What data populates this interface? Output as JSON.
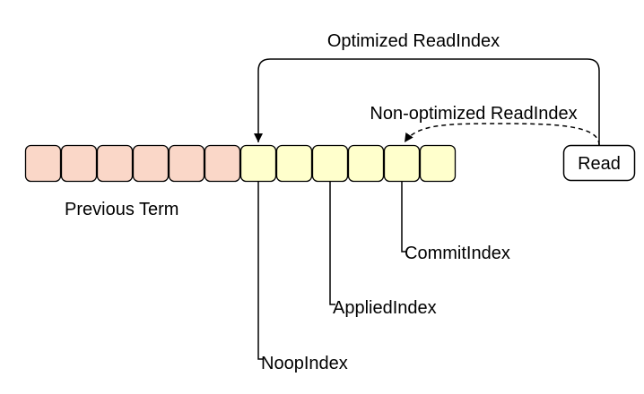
{
  "colors": {
    "previous_term_fill": "#fad7c8",
    "current_term_fill": "#ffffcc",
    "stroke": "#000000",
    "background": "#ffffff"
  },
  "log": {
    "previous_term_entries": 6,
    "current_term_entries": 6,
    "previous_term_label": "Previous Term"
  },
  "markers": {
    "noop_index": "NoopIndex",
    "applied_index": "AppliedIndex",
    "commit_index": "CommitIndex"
  },
  "read_box": {
    "label": "Read"
  },
  "arrows": {
    "optimized_label": "Optimized ReadIndex",
    "non_optimized_label": "Non-optimized ReadIndex"
  }
}
